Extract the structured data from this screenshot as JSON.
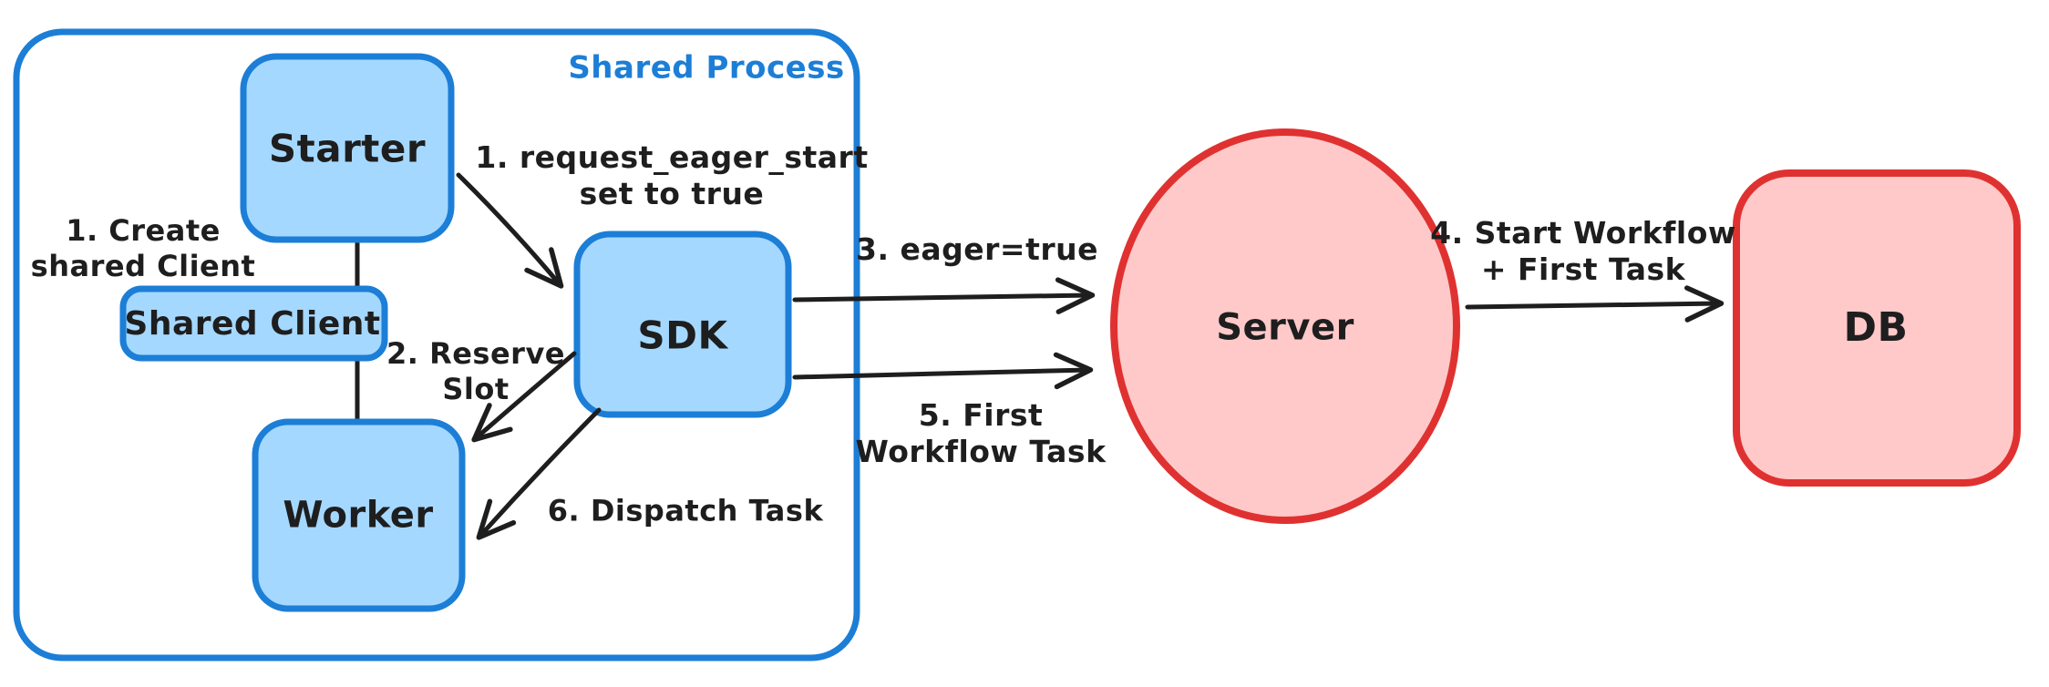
{
  "diagram": {
    "title": "Shared Process",
    "colors": {
      "blue_stroke": "#1c7ed6",
      "blue_fill": "#a5d8ff",
      "red_stroke": "#e03131",
      "red_fill": "#ffc9c9",
      "ink": "#1e1e1e",
      "background": "#ffffff"
    },
    "container": {
      "label": "Shared Process"
    },
    "nodes": {
      "starter": {
        "label": "Starter"
      },
      "shared_client": {
        "label": "Shared Client"
      },
      "worker": {
        "label": "Worker"
      },
      "sdk": {
        "label": "SDK"
      },
      "server": {
        "label": "Server"
      },
      "db": {
        "label": "DB"
      }
    },
    "annotations": {
      "create_client": {
        "line1": "1. Create",
        "line2": "shared Client"
      },
      "request_eager": {
        "line1": "1. request_eager_start",
        "line2": "set to true"
      },
      "reserve_slot": {
        "line1": "2. Reserve",
        "line2": "Slot"
      },
      "eager_true": {
        "text": "3. eager=true"
      },
      "start_workflow": {
        "line1": "4. Start Workflow",
        "line2": "+ First Task"
      },
      "first_workflow_task": {
        "line1": "5. First",
        "line2": "Workflow Task"
      },
      "dispatch_task": {
        "text": "6. Dispatch Task"
      }
    },
    "edges": [
      {
        "from": "Starter",
        "to": "Shared Client",
        "style": "plain-line"
      },
      {
        "from": "Shared Client",
        "to": "Worker",
        "style": "plain-line"
      },
      {
        "from": "Starter",
        "to": "SDK",
        "label": "1. request_eager_start set to true"
      },
      {
        "from": "SDK",
        "to": "Worker",
        "label": "2. Reserve Slot"
      },
      {
        "from": "SDK",
        "to": "Server",
        "label": "3. eager=true"
      },
      {
        "from": "Server",
        "to": "DB",
        "label": "4. Start Workflow + First Task"
      },
      {
        "from": "SDK",
        "to": "Server",
        "label": "5. First Workflow Task"
      },
      {
        "from": "SDK",
        "to": "Worker",
        "label": "6. Dispatch Task"
      }
    ]
  }
}
